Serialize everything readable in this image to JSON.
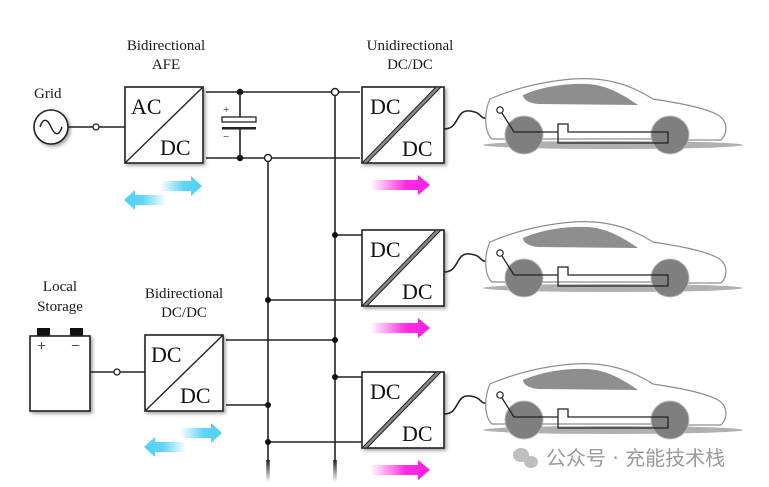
{
  "labels": {
    "grid": "Grid",
    "afe_line1": "Bidirectional",
    "afe_line2": "AFE",
    "uni_line1": "Unidirectional",
    "uni_line2": "DC/DC",
    "storage_line1": "Local",
    "storage_line2": "Storage",
    "bidc_line1": "Bidirectional",
    "bidc_line2": "DC/DC"
  },
  "converters": {
    "afe": {
      "top": "AC",
      "bottom": "DC"
    },
    "storage_dcdc": {
      "top": "DC",
      "bottom": "DC"
    },
    "charger_1": {
      "top": "DC",
      "bottom": "DC"
    },
    "charger_2": {
      "top": "DC",
      "bottom": "DC"
    },
    "charger_3": {
      "top": "DC",
      "bottom": "DC"
    }
  },
  "capacitor": {
    "plus": "+",
    "minus": "−"
  },
  "battery": {
    "plus": "+",
    "minus": "−"
  },
  "colors": {
    "bidirectional_arrow": "#4fd0f5",
    "unidirectional_arrow": "#ff1fe0",
    "car_body": "#8a8a8a"
  },
  "watermark": {
    "text": "公众号 · 充能技术栈",
    "icon": "wechat-icon"
  }
}
